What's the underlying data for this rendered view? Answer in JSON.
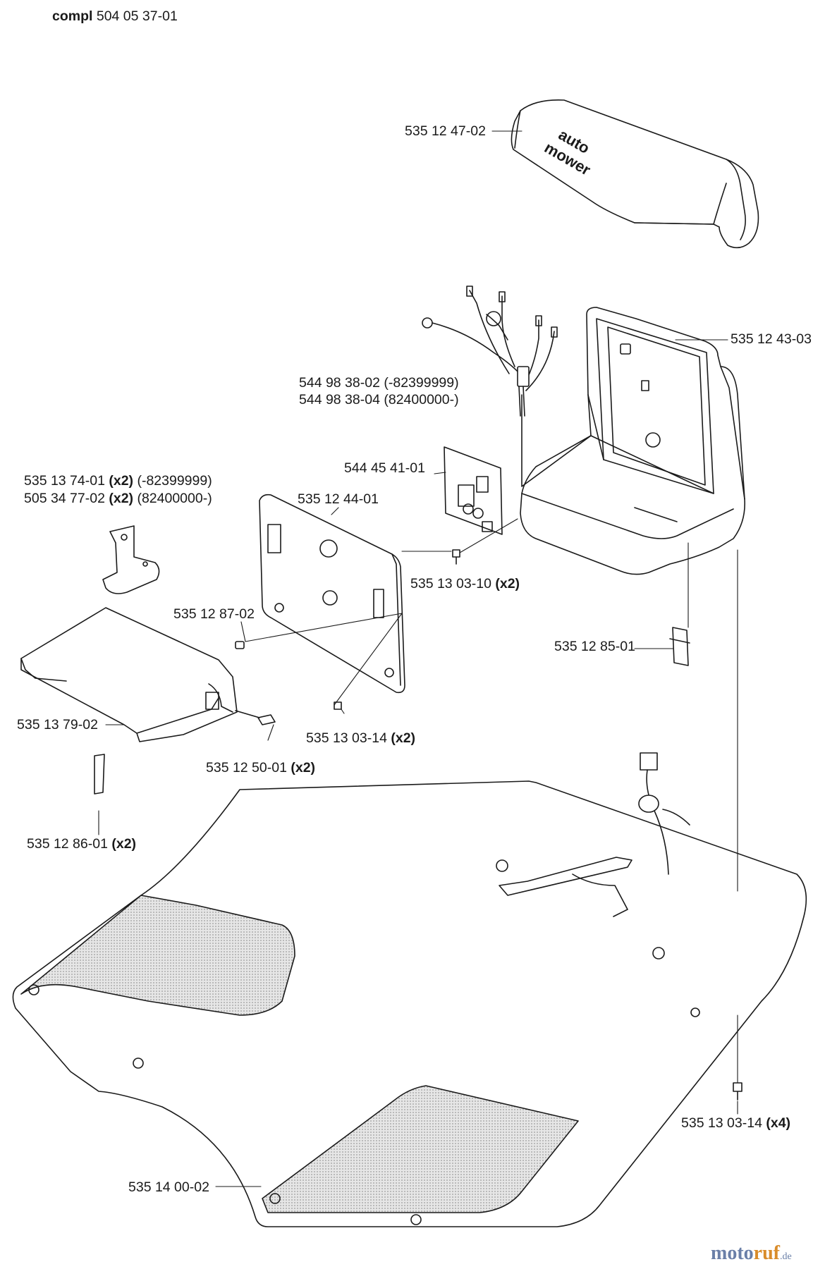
{
  "header": {
    "prefix": "compl",
    "number": "504 05 37-01"
  },
  "parts": [
    {
      "id": "cover",
      "number": "535 12 47-02",
      "qty": "",
      "note": ""
    },
    {
      "id": "housing",
      "number": "535 12 43-03",
      "qty": "",
      "note": ""
    },
    {
      "id": "harness-a",
      "number": "544 98 38-02",
      "qty": "",
      "note": "(-82399999)"
    },
    {
      "id": "harness-b",
      "number": "544 98 38-04",
      "qty": "",
      "note": "(82400000-)"
    },
    {
      "id": "pcb",
      "number": "544 45 41-01",
      "qty": "",
      "note": ""
    },
    {
      "id": "bracket-a",
      "number": "535 13 74-01",
      "qty": "(x2)",
      "note": "(-82399999)"
    },
    {
      "id": "bracket-b",
      "number": "505 34 77-02",
      "qty": "(x2)",
      "note": "(82400000-)"
    },
    {
      "id": "plate",
      "number": "535 12 44-01",
      "qty": "",
      "note": ""
    },
    {
      "id": "screw-pcb",
      "number": "535 13 03-10",
      "qty": "(x2)",
      "note": ""
    },
    {
      "id": "plug",
      "number": "535 12 87-02",
      "qty": "",
      "note": ""
    },
    {
      "id": "connector",
      "number": "535 12 85-01",
      "qty": "",
      "note": ""
    },
    {
      "id": "guide",
      "number": "535 13 79-02",
      "qty": "",
      "note": ""
    },
    {
      "id": "screw-plate",
      "number": "535 13 03-14",
      "qty": "(x2)",
      "note": ""
    },
    {
      "id": "pin",
      "number": "535 12 50-01",
      "qty": "(x2)",
      "note": ""
    },
    {
      "id": "clip",
      "number": "535 12 86-01",
      "qty": "(x2)",
      "note": ""
    },
    {
      "id": "screw-base",
      "number": "535 13 03-14",
      "qty": "(x4)",
      "note": ""
    },
    {
      "id": "baseplate",
      "number": "535 14 00-02",
      "qty": "",
      "note": ""
    }
  ],
  "product_mark": {
    "line1": "auto",
    "line2": "mower"
  },
  "watermark": {
    "part1": "moto",
    "part2": "ruf",
    "suffix": ".de"
  },
  "colors": {
    "line": "#1a1a1a",
    "fill": "#ffffff",
    "shade": "#d4d4d4"
  }
}
